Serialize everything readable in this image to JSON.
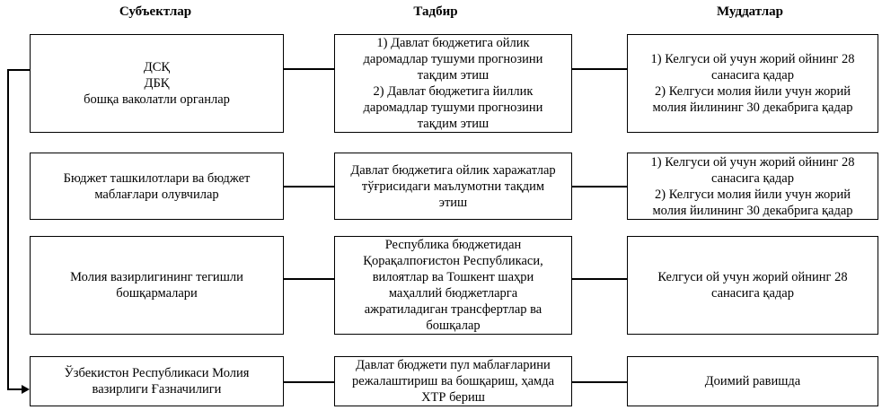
{
  "headers": {
    "subjects": "Субъектлар",
    "action": "Тадбир",
    "deadlines": "Муддатлар"
  },
  "rows": [
    {
      "subject": "ДСҚ\nДБҚ\nбошқа ваколатли органлар",
      "action": "1) Давлат бюджетига ойлик\nдаромадлар тушуми прогнозини\nтақдим этиш\n2) Давлат бюджетига йиллик\nдаромадлар тушуми прогнозини\nтақдим этиш",
      "deadline": "1) Келгуси ой учун жорий ойнинг 28\nсанасига қадар\n2) Келгуси молия йили учун жорий\nмолия йилининг 30 декабрига қадар"
    },
    {
      "subject": "Бюджет ташкилотлари ва бюджет\nмаблағлари олувчилар",
      "action": "Давлат бюджетига ойлик харажатлар\nтўғрисидаги маълумотни тақдим\nэтиш",
      "deadline": "1) Келгуси ой учун жорий ойнинг 28\nсанасига қадар\n2) Келгуси молия йили учун жорий\nмолия йилининг 30 декабрига қадар"
    },
    {
      "subject": "Молия вазирлигининг тегишли\nбошқармалари",
      "action": "Республика бюджетидан\nҚорақалпоғистон Республикаси,\nвилоятлар ва Тошкент шаҳри\nмаҳаллий бюджетларга\nажратиладиган трансфертлар ва\nбошқалар",
      "deadline": "Келгуси ой учун жорий ойнинг 28\nсанасига қадар"
    },
    {
      "subject": "Ўзбекистон Республикаси Молия\nвазирлиги Ғазначилиги",
      "action": "Давлат бюджети пул маблағларини\nрежалаштириш ва бошқариш, ҳамда\nХТР бериш",
      "deadline": "Доимий равишда"
    }
  ]
}
